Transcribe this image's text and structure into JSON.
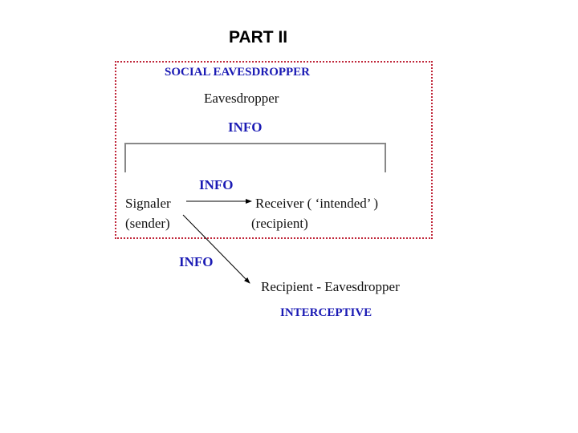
{
  "title": "PART II",
  "box": {
    "heading": "SOCIAL EAVESDROPPER",
    "eavesdropper_label": "Eavesdropper",
    "info_top": "INFO",
    "info_middle": "INFO",
    "signaler": "Signaler",
    "sender": "(sender)",
    "receiver": "Receiver ( ‘intended’ )",
    "recipient": "(recipient)",
    "border_color": "#c0273a"
  },
  "outside": {
    "info_bottom": "INFO",
    "recipient_eavesdropper": "Recipient - Eavesdropper",
    "interceptive": "INTERCEPTIVE"
  },
  "colors": {
    "accent_blue": "#1a1ab4",
    "bracket_gray": "#888888"
  }
}
